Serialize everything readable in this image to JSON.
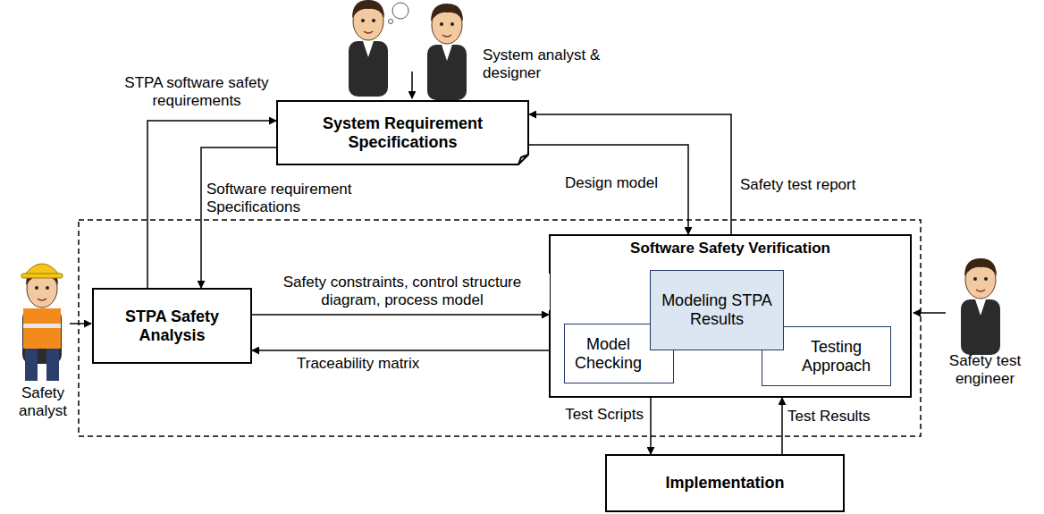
{
  "diagram": {
    "nodes": [
      {
        "text": [
          "System Requirement Specifications"
        ]
      },
      {
        "text": [
          "STPA Safety Analysis"
        ]
      },
      {
        "text": [
          "Software Safety Verification"
        ]
      },
      {
        "text": [
          "Modeling STPA Results"
        ],
        "in": 2
      },
      {
        "text": [
          "Model Checking"
        ],
        "in": 2
      },
      {
        "text": [
          "Testing Approach"
        ],
        "in": 2
      },
      {
        "text": [
          "Implementation"
        ]
      }
    ],
    "edges": [
      {
        "from": 1,
        "to": 0,
        "label": "STPA software safety requirements",
        "arrow": "to"
      },
      {
        "from": 0,
        "to": 1,
        "label": "Software requirement Specifications",
        "arrow": "to"
      },
      {
        "from": 0,
        "to": 2,
        "label": "Design model",
        "arrow": "to"
      },
      {
        "from": 2,
        "to": 0,
        "label": "Safety test report",
        "arrow": "to"
      },
      {
        "from": 1,
        "to": 2,
        "label": "Safety constraints, control structure diagram, process model",
        "arrow": "to"
      },
      {
        "from": 2,
        "to": 1,
        "label": "Traceability matrix",
        "arrow": "to"
      },
      {
        "from": 2,
        "to": 6,
        "label": "Test Scripts",
        "arrow": "to"
      },
      {
        "from": 6,
        "to": 2,
        "label": "Test Results",
        "arrow": "to"
      }
    ],
    "labels": [
      "System analyst & designer",
      "Safety analyst",
      "Safety test engineer"
    ]
  }
}
